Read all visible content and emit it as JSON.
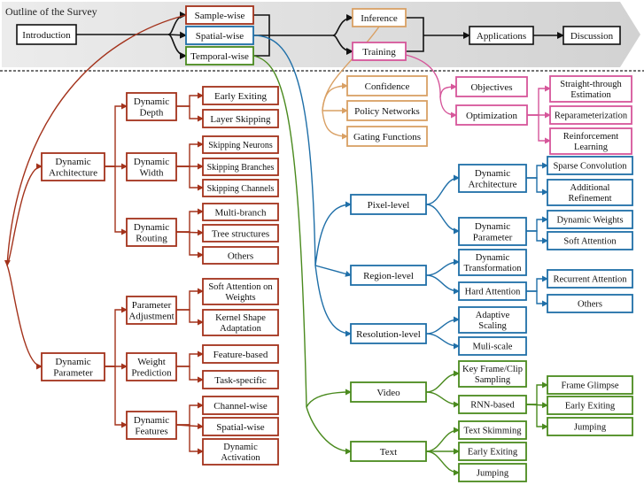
{
  "header": {
    "title": "Outline of the Survey",
    "introduction": "Introduction",
    "sample_wise": "Sample-wise",
    "spatial_wise": "Spatial-wise",
    "temporal_wise": "Temporal-wise",
    "inference": "Inference",
    "training": "Training",
    "applications": "Applications",
    "discussion": "Discussion"
  },
  "inference": {
    "confidence": "Confidence",
    "policy_networks": "Policy Networks",
    "gating_functions": "Gating Functions"
  },
  "training": {
    "objectives": "Objectives",
    "optimization": "Optimization",
    "straight_through": [
      "Straight-through",
      "Estimation"
    ],
    "reparameterization": "Reparameterization",
    "reinforcement": [
      "Reinforcement",
      "Learning"
    ]
  },
  "sample": {
    "architecture": [
      "Dynamic",
      "Architecture"
    ],
    "depth": [
      "Dynamic",
      "Depth"
    ],
    "early_exiting": "Early Exiting",
    "layer_skipping": "Layer Skipping",
    "width": [
      "Dynamic",
      "Width"
    ],
    "skipping_neurons": "Skipping Neurons",
    "skipping_branches": "Skipping Branches",
    "skipping_channels": "Skipping Channels",
    "routing": [
      "Dynamic",
      "Routing"
    ],
    "multi_branch": "Multi-branch",
    "tree_structures": "Tree structures",
    "others": "Others",
    "parameter": [
      "Dynamic",
      "Parameter"
    ],
    "param_adjust": [
      "Parameter",
      "Adjustment"
    ],
    "soft_attention_weights": [
      "Soft Attention on",
      "Weights"
    ],
    "kernel_shape": [
      "Kernel Shape",
      "Adaptation"
    ],
    "weight_prediction": [
      "Weight",
      "Prediction"
    ],
    "feature_based": "Feature-based",
    "task_specific": "Task-specific",
    "dyn_features": [
      "Dynamic",
      "Features"
    ],
    "channel_wise": "Channel-wise",
    "spatial_wise2": "Spatial-wise",
    "dyn_activation": [
      "Dynamic",
      "Activation"
    ]
  },
  "spatial": {
    "pixel_level": "Pixel-level",
    "dyn_architecture": [
      "Dynamic",
      "Architecture"
    ],
    "sparse_conv": "Sparse Convolution",
    "additional_refinement": [
      "Additional",
      "Refinement"
    ],
    "dyn_parameter": [
      "Dynamic",
      "Parameter"
    ],
    "dyn_weights": "Dynamic Weights",
    "soft_attention": "Soft Attention",
    "region_level": "Region-level",
    "dyn_transformation": [
      "Dynamic",
      "Transformation"
    ],
    "hard_attention": "Hard Attention",
    "recurrent_attention": "Recurrent Attention",
    "others": "Others",
    "resolution_level": "Resolution-level",
    "adaptive_scaling": [
      "Adaptive",
      "Scaling"
    ],
    "multi_scale": "Muli-scale"
  },
  "temporal": {
    "video": "Video",
    "key_frame": [
      "Key Frame/Clip",
      "Sampling"
    ],
    "rnn_based": "RNN-based",
    "frame_glimpse": "Frame Glimpse",
    "early_exiting": "Early Exiting",
    "jumping": "Jumping",
    "text": "Text",
    "text_skimming": "Text Skimming",
    "text_early_exiting": "Early Exiting",
    "text_jumping": "Jumping"
  },
  "colors": {
    "sample": "#a3321b",
    "spatial": "#1f6fa8",
    "temporal": "#4a8a1e",
    "inference": "#d9a064",
    "training": "#d6569a",
    "black": "#111111",
    "banner": "#e6e6e6"
  }
}
